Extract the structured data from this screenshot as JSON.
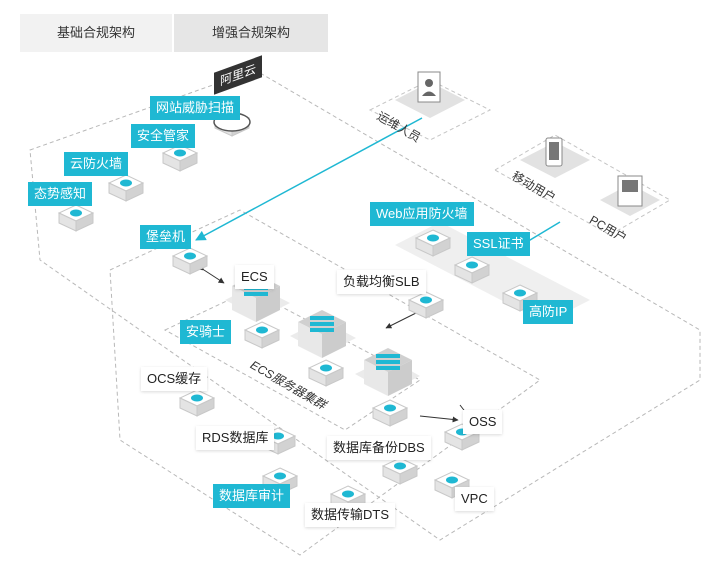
{
  "tabs": {
    "basic": "基础合规架构",
    "enhanced": "增强合规架构"
  },
  "cloud_label": "阿里云",
  "labels": {
    "web_threat_scan": "网站威胁扫描",
    "security_manager": "安全管家",
    "cloud_firewall": "云防火墙",
    "situation_awareness": "态势感知",
    "bastion_host": "堡垒机",
    "waf": "Web应用防火墙",
    "ssl_cert": "SSL证书",
    "anti_ddos": "高防IP",
    "slb": "负载均衡SLB",
    "ecs": "ECS",
    "aegis": "安骑士",
    "ecs_cluster": "ECS服务器集群",
    "ocs": "OCS缓存",
    "rds": "RDS数据库",
    "db_audit": "数据库审计",
    "dbs": "数据库备份DBS",
    "dts": "数据传输DTS",
    "oss": "OSS",
    "vpc": "VPC",
    "ops_staff": "运维人员",
    "mobile_user": "移动用户",
    "pc_user": "PC用户"
  },
  "colors": {
    "accent": "#1fb8d3",
    "dark": "#333333",
    "line": "#aaaaaa"
  }
}
